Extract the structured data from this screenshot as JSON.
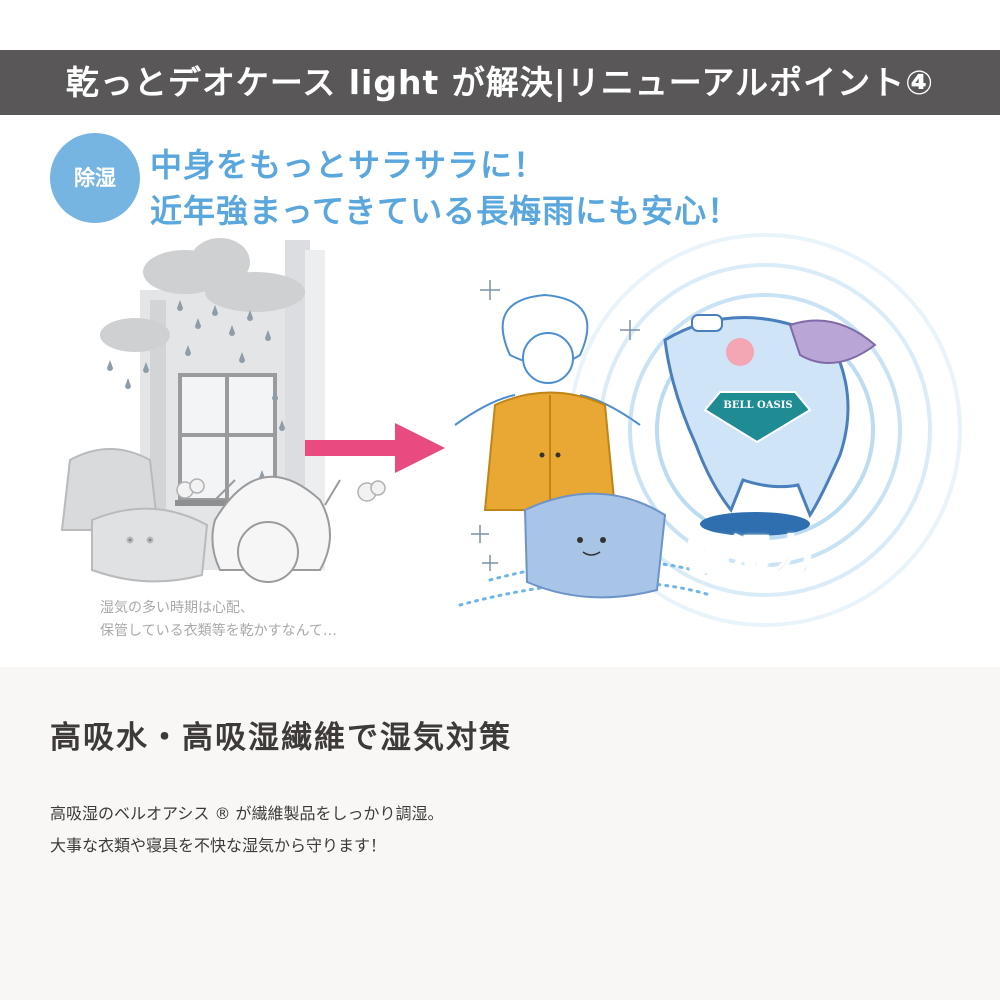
{
  "banner": {
    "title": "乾っとデオケース light が解決|リニューアルポイント④"
  },
  "badge": {
    "label": "除湿"
  },
  "headline": {
    "line1": "中身をもっとサラサラに！",
    "line2": "近年強まってきている長梅雨にも安心！"
  },
  "illustration": {
    "caption_line1": "湿気の多い時期は心配、",
    "caption_line2": "保管している衣類等を乾かすなんて…",
    "mascot_logo": "BELL OASIS",
    "power_label": "調湿力",
    "colors": {
      "arrow": "#e94a7f",
      "jacket": "#e8a833",
      "futon": "#a8c4e6",
      "mascot": "#cfe4f6",
      "ring": "#9ccbec"
    }
  },
  "section": {
    "heading": "高吸水・高吸湿繊維で湿気対策",
    "body_line1": "高吸湿のベルオアシス ® が繊維製品をしっかり調湿。",
    "body_line2": "大事な衣類や寝具を不快な湿気から守ります！"
  }
}
